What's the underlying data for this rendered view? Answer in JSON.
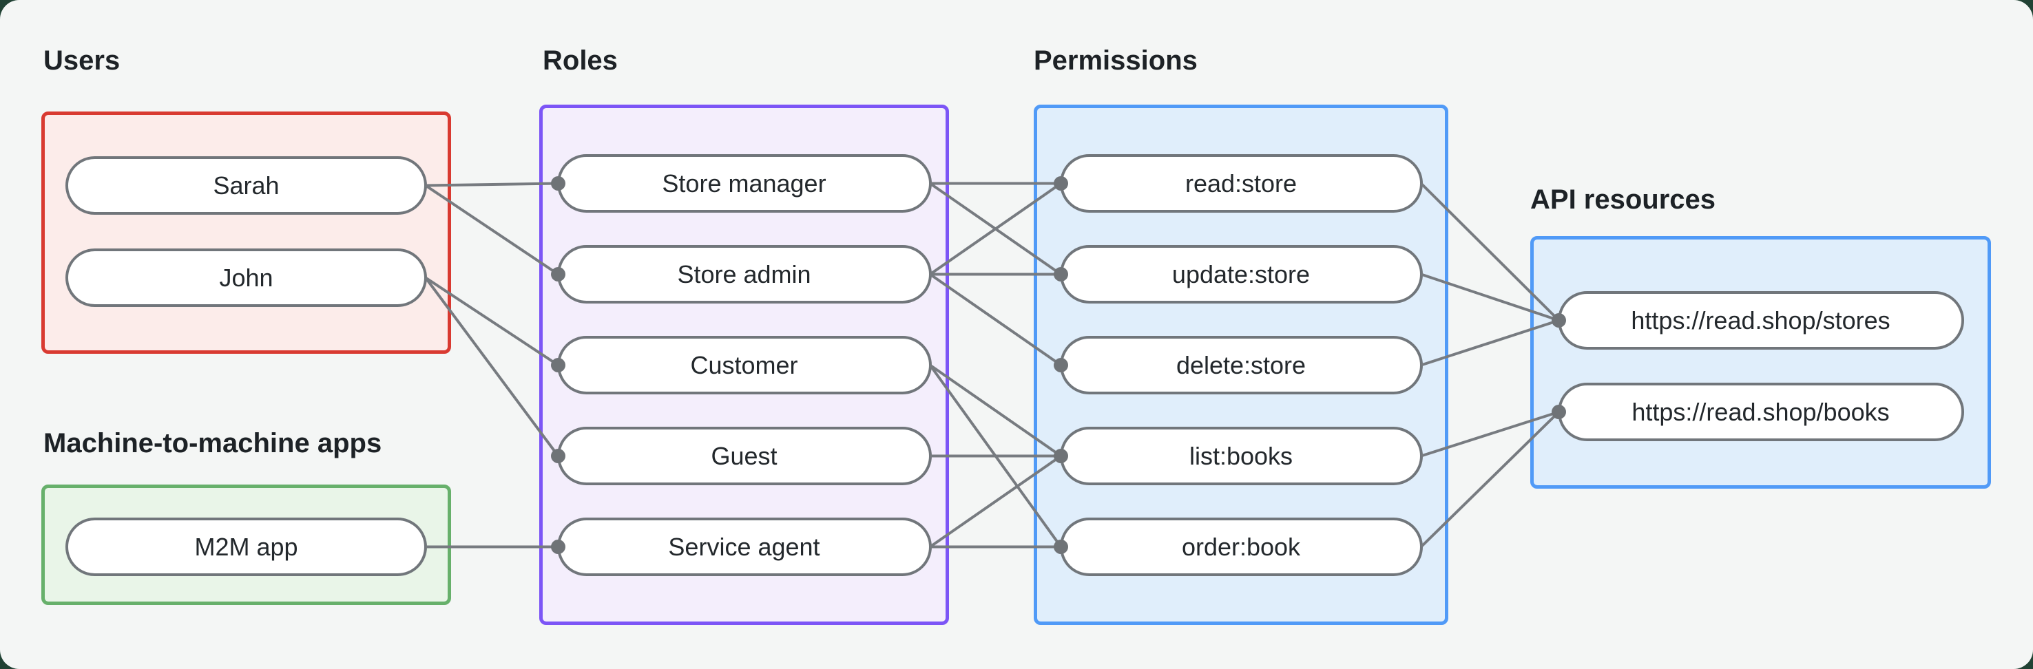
{
  "page": {
    "background": "#f4f6f5",
    "outer_background": "#214234"
  },
  "style": {
    "line_color": "#777b80",
    "dot_color": "#6f7377",
    "pill_border": "#71767b",
    "pill_fill": "#ffffff",
    "text_color": "#23282c",
    "label_color": "#1d2226",
    "users_border": "#d93a31",
    "users_fill": "#fcecea",
    "roles_border": "#7c55f6",
    "roles_fill": "#f4eefc",
    "permissions_border": "#509af7",
    "permissions_fill": "#e0eefb",
    "m2m_border": "#67b06b",
    "m2m_fill": "#e9f5e8"
  },
  "groups": [
    {
      "id": "users",
      "label": "Users",
      "nodes": [
        {
          "id": "sarah",
          "label": "Sarah"
        },
        {
          "id": "john",
          "label": "John"
        }
      ]
    },
    {
      "id": "m2m",
      "label": "Machine-to-machine apps",
      "nodes": [
        {
          "id": "m2m_app",
          "label": "M2M app"
        }
      ]
    },
    {
      "id": "roles",
      "label": "Roles",
      "nodes": [
        {
          "id": "store_manager",
          "label": "Store manager"
        },
        {
          "id": "store_admin",
          "label": "Store admin"
        },
        {
          "id": "customer",
          "label": "Customer"
        },
        {
          "id": "guest",
          "label": "Guest"
        },
        {
          "id": "service_agent",
          "label": "Service agent"
        }
      ]
    },
    {
      "id": "permissions",
      "label": "Permissions",
      "nodes": [
        {
          "id": "read_store",
          "label": "read:store"
        },
        {
          "id": "update_store",
          "label": "update:store"
        },
        {
          "id": "delete_store",
          "label": "delete:store"
        },
        {
          "id": "list_books",
          "label": "list:books"
        },
        {
          "id": "order_book",
          "label": "order:book"
        }
      ]
    },
    {
      "id": "api",
      "label": "API resources",
      "nodes": [
        {
          "id": "stores",
          "label": "https://read.shop/stores"
        },
        {
          "id": "books",
          "label": "https://read.shop/books"
        }
      ]
    }
  ],
  "edges": [
    [
      "sarah",
      "store_manager"
    ],
    [
      "sarah",
      "store_admin"
    ],
    [
      "john",
      "customer"
    ],
    [
      "john",
      "guest"
    ],
    [
      "m2m_app",
      "service_agent"
    ],
    [
      "store_manager",
      "read_store"
    ],
    [
      "store_manager",
      "update_store"
    ],
    [
      "store_admin",
      "read_store"
    ],
    [
      "store_admin",
      "update_store"
    ],
    [
      "store_admin",
      "delete_store"
    ],
    [
      "customer",
      "list_books"
    ],
    [
      "customer",
      "order_book"
    ],
    [
      "guest",
      "list_books"
    ],
    [
      "service_agent",
      "list_books"
    ],
    [
      "service_agent",
      "order_book"
    ],
    [
      "read_store",
      "stores"
    ],
    [
      "update_store",
      "stores"
    ],
    [
      "delete_store",
      "stores"
    ],
    [
      "list_books",
      "books"
    ],
    [
      "order_book",
      "books"
    ]
  ]
}
